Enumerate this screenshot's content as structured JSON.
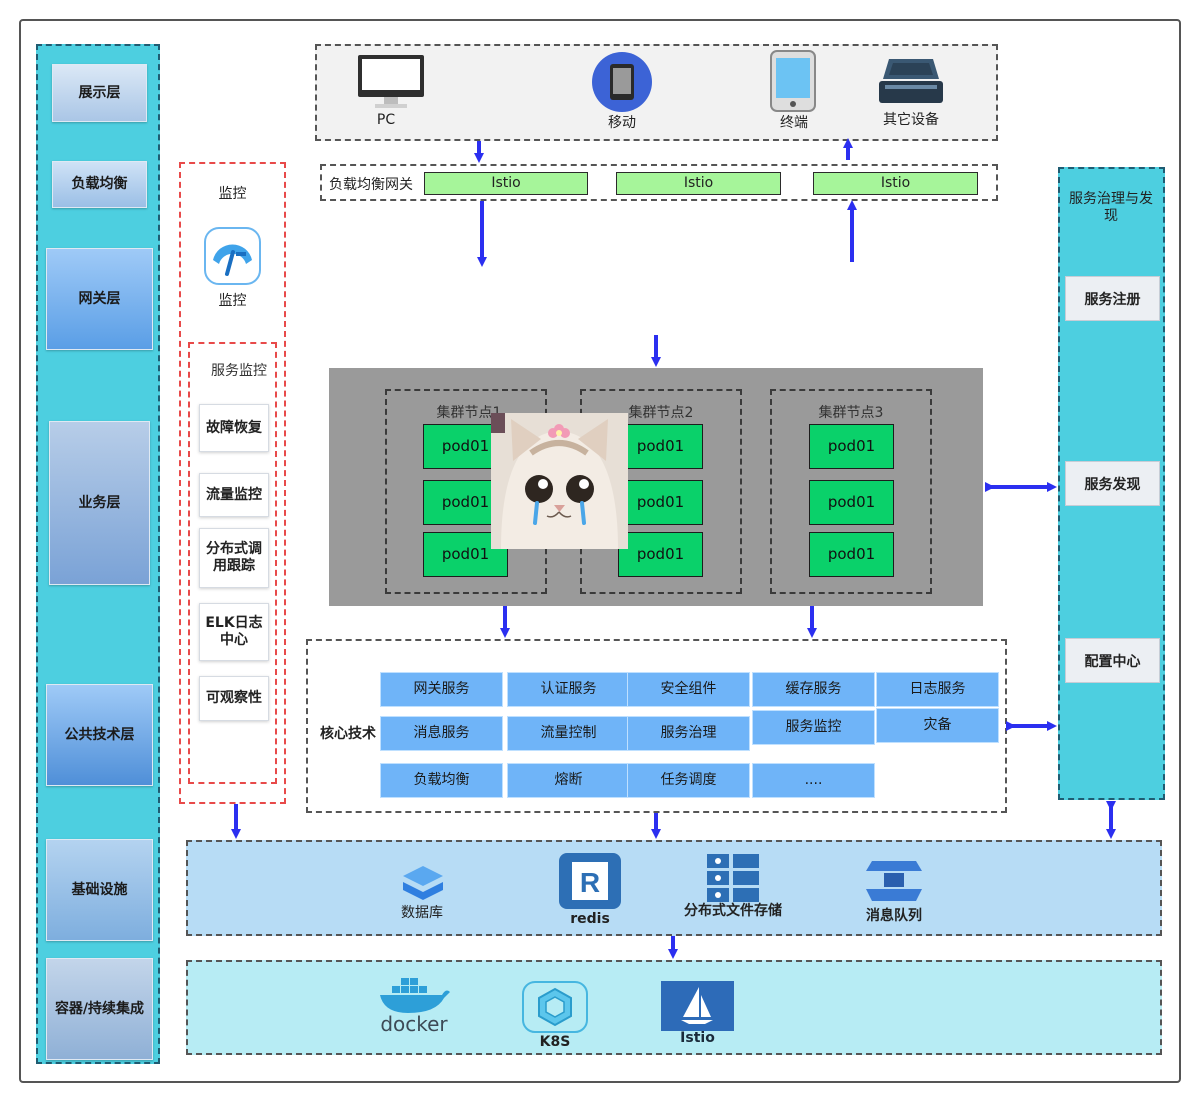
{
  "layers": [
    "展示层",
    "负载均衡",
    "网关层",
    "业务层",
    "公共技术层",
    "基础设施",
    "容器/持续集成"
  ],
  "monitor": {
    "title": "监控",
    "icon_label": "监控",
    "inner_title": "服务监控",
    "items": [
      "故障恢复",
      "流量监控",
      "分布式调用跟踪",
      "ELK日志中心",
      "可观察性"
    ]
  },
  "devices": [
    {
      "label": "PC",
      "icon": "monitor-icon"
    },
    {
      "label": "移动",
      "icon": "tablet-icon"
    },
    {
      "label": "终端",
      "icon": "phone-icon"
    },
    {
      "label": "其它设备",
      "icon": "scanner-icon"
    }
  ],
  "gateway": {
    "label": "负载均衡网关",
    "bars": [
      "Istio",
      "Istio",
      "Istio"
    ]
  },
  "cluster": {
    "nodes": [
      {
        "title": "集群节点1",
        "pods": [
          "pod01",
          "pod01",
          "pod01"
        ]
      },
      {
        "title": "集群节点2",
        "pods": [
          "pod01",
          "pod01",
          "pod01"
        ]
      },
      {
        "title": "集群节点3",
        "pods": [
          "pod01",
          "pod01",
          "pod01"
        ]
      }
    ]
  },
  "core": {
    "label": "核心技术",
    "cells": [
      "网关服务",
      "认证服务",
      "安全组件",
      "缓存服务",
      "日志服务",
      "消息服务",
      "流量控制",
      "服务治理",
      "服务监控",
      "灾备",
      "负载均衡",
      "熔断",
      "任务调度",
      "...."
    ]
  },
  "governance": {
    "title": "服务治理与发现",
    "items": [
      "服务注册",
      "服务发现",
      "配置中心"
    ]
  },
  "infrastructure": [
    {
      "label": "数据库",
      "icon": "database-icon"
    },
    {
      "label": "redis",
      "icon": "redis-icon"
    },
    {
      "label": "分布式文件存储",
      "icon": "file-storage-icon"
    },
    {
      "label": "消息队列",
      "icon": "message-queue-icon"
    }
  ],
  "containers": [
    {
      "label": "docker",
      "icon": "docker-icon"
    },
    {
      "label": "K8S",
      "icon": "kubernetes-icon"
    },
    {
      "label": "Istio",
      "icon": "istio-icon"
    }
  ],
  "colors": {
    "layer_bg": "#4dcfe0",
    "pod": "#0ad16a",
    "istio": "#a6f59a",
    "core_cell": "#6fb4f8",
    "arrow": "#2b2ff0",
    "monitor_border": "#e84a4a"
  }
}
